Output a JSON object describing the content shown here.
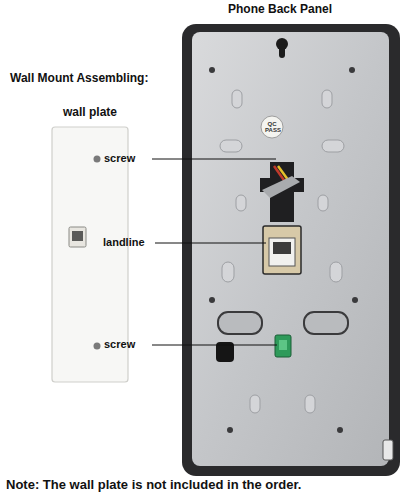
{
  "diagram": {
    "labels": [
      "Phone Back Panel",
      "Wall Mount Assembling:",
      "wall plate",
      "screw",
      "landline",
      "screw",
      "QC PASS",
      "Note: The wall plate is not included in the order."
    ]
  }
}
